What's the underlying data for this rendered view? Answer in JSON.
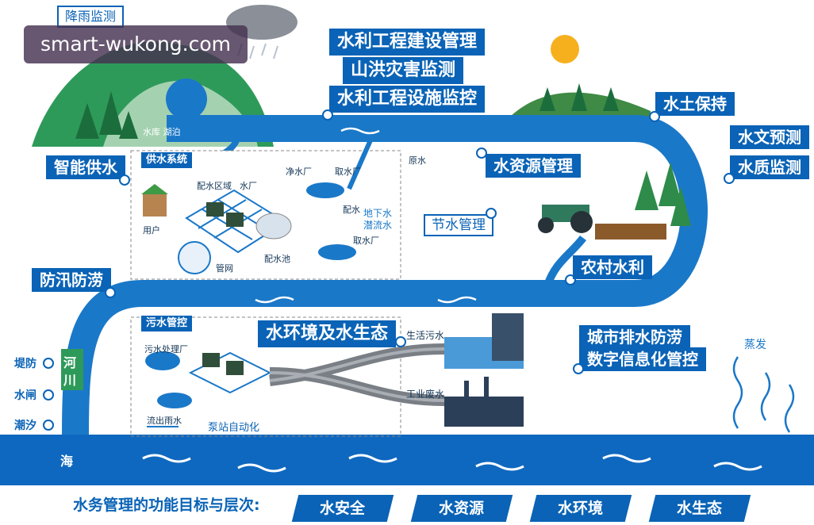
{
  "labels": {
    "rain_monitoring": "降雨监测",
    "reservoir": "水库 湖泊",
    "hydraulic_construction": "水利工程建设管理",
    "flash_flood": "山洪灾害监测",
    "facility_monitoring": "水利工程设施监控",
    "soil_conservation": "水土保持",
    "hydrology_forecast": "水文预测",
    "water_quality": "水质监测",
    "smart_supply": "智能供水",
    "supply_system": "供水系统",
    "raw_water": "原水",
    "water_resources": "水资源管理",
    "water_saving": "节水管理",
    "groundwater": "地下水\n潜流水",
    "rural_hydraulics": "农村水利",
    "flood_control": "防汛防涝",
    "sewage_control": "污水管控",
    "water_environment": "水环境及水生态",
    "domestic_sewage": "生活污水",
    "industrial_wastewater": "工业废水",
    "urban_drainage_line1": "城市排水防涝",
    "urban_drainage_line2": "数字信息化管控",
    "evaporation": "蒸发",
    "river_char1": "河",
    "river_char2": "川",
    "sea": "海",
    "embankment": "堤防",
    "sluice": "水闸",
    "tide": "潮汐",
    "pump_station": "泵站自动化",
    "outflow_rain": "流出雨水",
    "sewage_plant": "污水处理厂"
  },
  "supply_parts": {
    "distribution_area": "配水区域",
    "water_plant": "水厂",
    "purification_plant": "净水厂",
    "intake_plant_1": "取水厂",
    "distribution_1": "配水",
    "intake_plant_2": "取水厂",
    "user": "用户",
    "pipe_network": "管网",
    "distribution_pool": "配水池"
  },
  "watermark": "smart-wukong.com",
  "footer": {
    "title": "水务管理的功能目标与层次:",
    "items": [
      "水安全",
      "水资源",
      "水环境",
      "水生态"
    ]
  },
  "colors": {
    "river": "#1a78c8",
    "river_dark": "#0a63b6",
    "tag_bg": "#0a63b6",
    "mountain": "#2e9a5a",
    "sea": "#0f68bf"
  }
}
